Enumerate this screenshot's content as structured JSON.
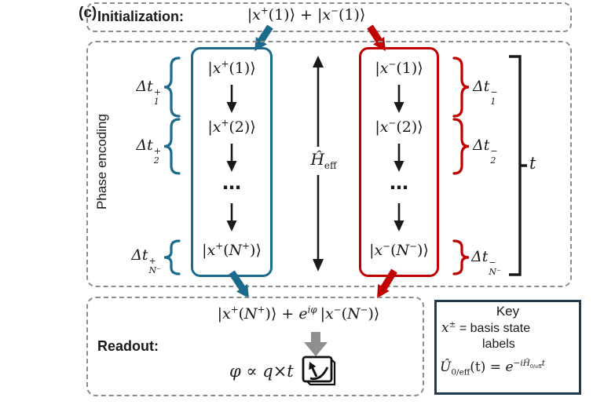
{
  "panel_label": "(c)",
  "colors": {
    "teal": "#1d6b8c",
    "red": "#c00000",
    "gray_dash": "#8c8c8c",
    "gray_arrow": "#8f8f8f",
    "key_border": "#1f3b54",
    "text": "#1a1a1a"
  },
  "icons": {
    "meter": "gauge-meter-icon",
    "flow_arrow": "thick-flow-arrow-icon",
    "step_arrow": "down-arrow-icon",
    "hamiltonian_arrows": "vertical-double-arrow-icon"
  },
  "init": {
    "label": "Initialization:",
    "formula": {
      "k1": {
        "bar": "|",
        "x": "x",
        "sup": "+",
        "argpre": "(1)⟩",
        "N": "",
        "sup2": "",
        "argpost": ""
      },
      "plus": " + ",
      "k2": {
        "bar": "|",
        "x": "x",
        "sup": "−",
        "argpre": "(1)⟩",
        "N": "",
        "sup2": "",
        "argpost": ""
      }
    }
  },
  "phase": {
    "side_label": "Phase encoding",
    "dots": "⋯",
    "heff": {
      "h": "Ĥ",
      "sub": "eff"
    },
    "time_label": "t",
    "left": {
      "states": [
        {
          "bar": "|",
          "x": "x",
          "sup": "+",
          "argpre": "(1)⟩",
          "N": "",
          "sup2": "",
          "argpost": ""
        },
        {
          "bar": "|",
          "x": "x",
          "sup": "+",
          "argpre": "(2)⟩",
          "N": "",
          "sup2": "",
          "argpost": ""
        },
        {
          "bar": "|",
          "x": "x",
          "sup": "+",
          "argpre": "(",
          "N": "N",
          "sup2": "+",
          "argpost": ")⟩"
        }
      ],
      "dt": [
        {
          "pre": "Δt",
          "sup": "+",
          "sub": "1"
        },
        {
          "pre": "Δt",
          "sup": "+",
          "sub": "2"
        },
        {
          "pre": "Δt",
          "sup": "+",
          "sub": "N⁻"
        }
      ]
    },
    "right": {
      "states": [
        {
          "bar": "|",
          "x": "x",
          "sup": "−",
          "argpre": "(1)⟩",
          "N": "",
          "sup2": "",
          "argpost": ""
        },
        {
          "bar": "|",
          "x": "x",
          "sup": "−",
          "argpre": "(2)⟩",
          "N": "",
          "sup2": "",
          "argpost": ""
        },
        {
          "bar": "|",
          "x": "x",
          "sup": "−",
          "argpre": "(",
          "N": "N",
          "sup2": "−",
          "argpost": ")⟩"
        }
      ],
      "dt": [
        {
          "pre": "Δt",
          "sup": "−",
          "sub": "1"
        },
        {
          "pre": "Δt",
          "sup": "−",
          "sub": "2"
        },
        {
          "pre": "Δt",
          "sup": "−",
          "sub": "N⁻"
        }
      ]
    }
  },
  "readout": {
    "label": "Readout:",
    "formula": {
      "k1": {
        "bar": "|",
        "x": "x",
        "sup": "+",
        "argpre": "(",
        "N": "N",
        "sup2": "+",
        "argpost": ")⟩"
      },
      "plus": " + ",
      "e": "e",
      "esup": "iφ",
      "k2": {
        "bar": "|",
        "x": "x",
        "sup": "−",
        "argpre": "(",
        "N": "N",
        "sup2": "−",
        "argpost": ")⟩"
      }
    },
    "phi_formula": "φ ∝ q×t"
  },
  "key": {
    "title": "Key",
    "line1": {
      "x": "x",
      "sup": "±",
      "rest": " = basis state"
    },
    "line1b": "labels",
    "line2": {
      "u": "Û",
      "usub": "0/eff",
      "mid": "(t) = ",
      "e": "e",
      "suppre": "−iĤ",
      "supsub": "0/eff",
      "supt": "t"
    }
  }
}
